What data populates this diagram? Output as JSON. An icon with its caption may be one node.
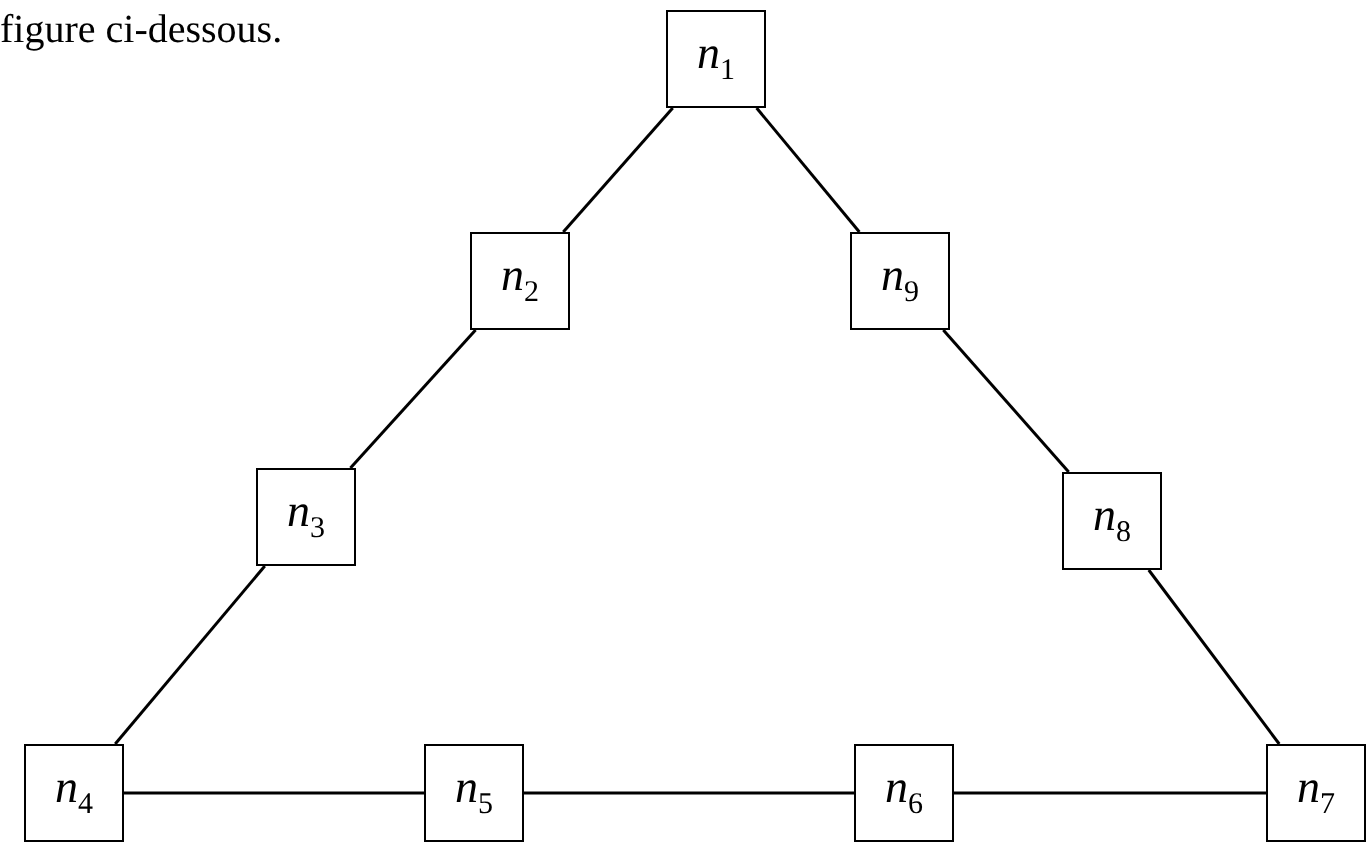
{
  "diagram": {
    "nodes": [
      {
        "text": [
          "*n*$_{1}$"
        ]
      },
      {
        "text": [
          "*n*$_{2}$"
        ]
      },
      {
        "text": [
          "*n*$_{9}$"
        ]
      },
      {
        "text": [
          "*n*$_{3}$"
        ]
      },
      {
        "text": [
          "*n*$_{8}$"
        ]
      },
      {
        "text": [
          "*n*$_{4}$"
        ]
      },
      {
        "text": [
          "*n*$_{5}$"
        ]
      },
      {
        "text": [
          "*n*$_{6}$"
        ]
      },
      {
        "text": [
          "*n*$_{7}$"
        ]
      }
    ],
    "edges": [
      {
        "from": 0,
        "to": 1,
        "arrow": "none"
      },
      {
        "from": 1,
        "to": 3,
        "arrow": "none"
      },
      {
        "from": 3,
        "to": 5,
        "arrow": "none"
      },
      {
        "from": 5,
        "to": 6,
        "arrow": "none"
      },
      {
        "from": 6,
        "to": 7,
        "arrow": "none"
      },
      {
        "from": 7,
        "to": 8,
        "arrow": "none"
      },
      {
        "from": 8,
        "to": 4,
        "arrow": "none"
      },
      {
        "from": 4,
        "to": 2,
        "arrow": "none"
      },
      {
        "from": 2,
        "to": 0,
        "arrow": "none"
      }
    ],
    "labels": [
      "figure ci-dessous."
    ]
  }
}
